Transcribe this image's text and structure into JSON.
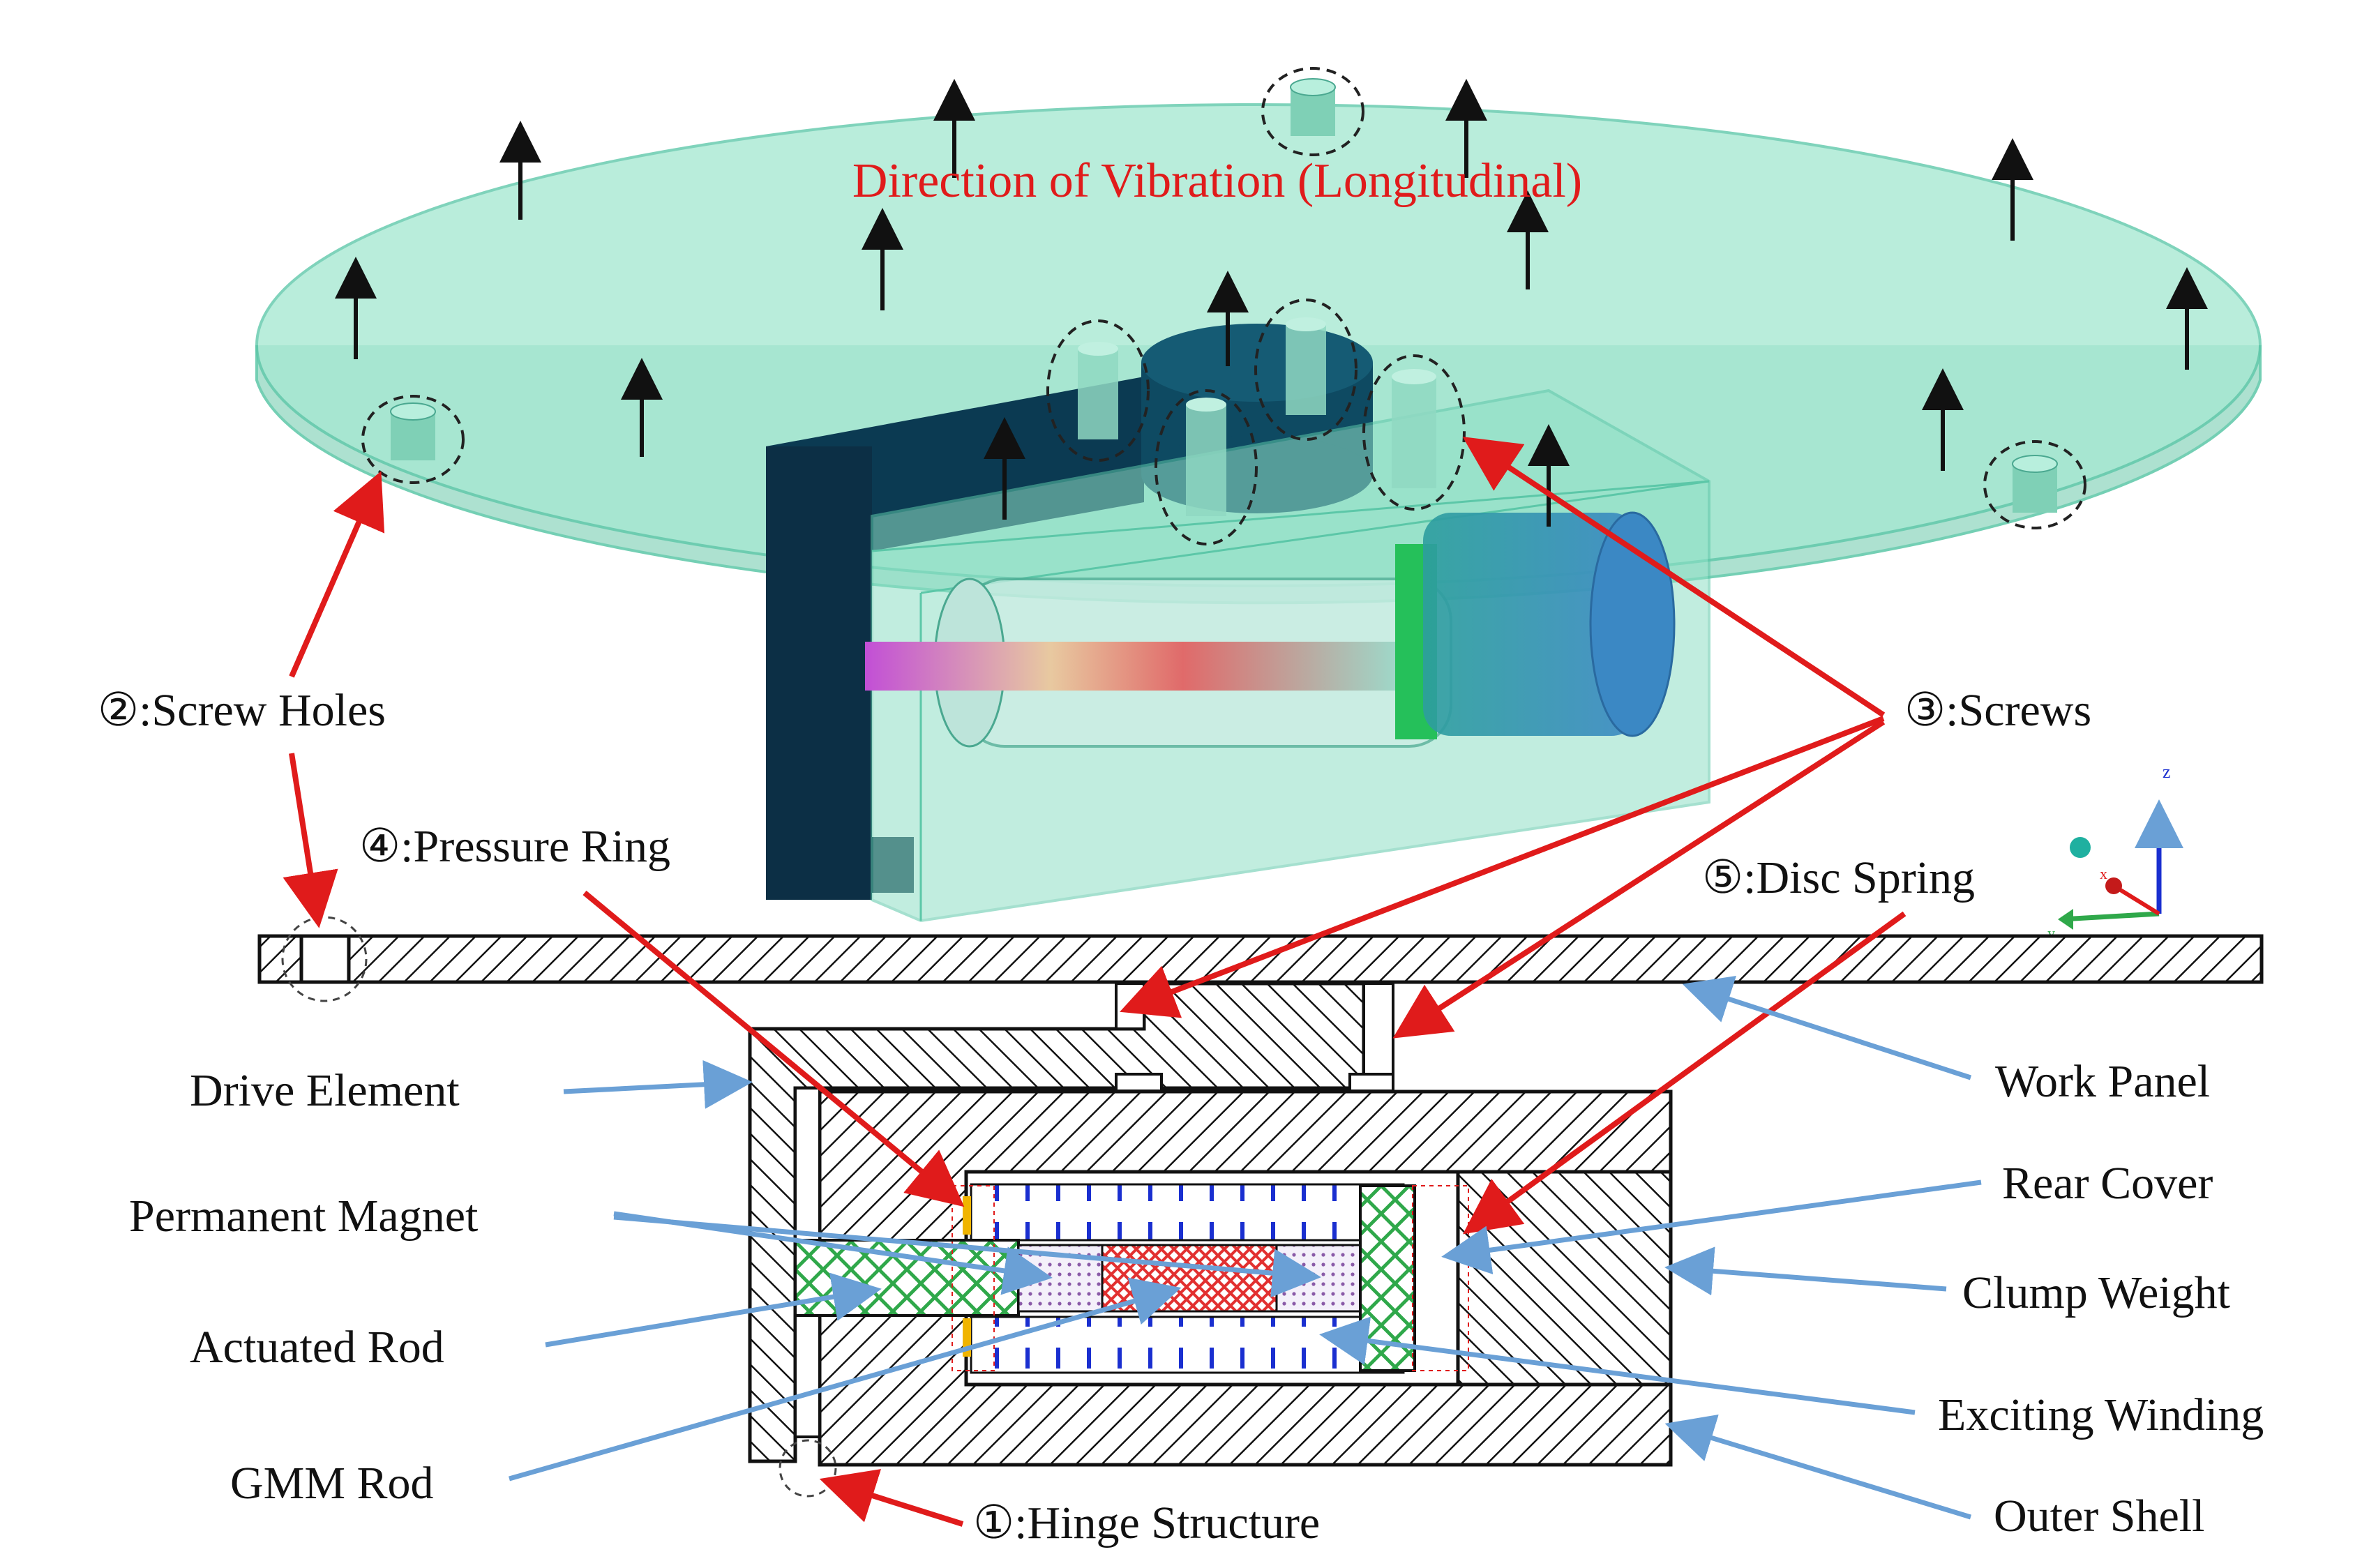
{
  "diagram": {
    "vibration_label": "Direction of Vibration (Longitudinal)",
    "numbered_labels": {
      "screw_holes": "②:Screw Holes",
      "screws": "③:Screws",
      "pressure_ring": "④:Pressure Ring",
      "disc_spring": "⑤:Disc Spring",
      "hinge_structure": "①:Hinge Structure"
    },
    "left_labels": {
      "drive_element": "Drive Element",
      "permanent_magnet": "Permanent Magnet",
      "actuated_rod": "Actuated Rod",
      "gmm_rod": "GMM Rod"
    },
    "right_labels": {
      "work_panel": "Work Panel",
      "rear_cover": "Rear Cover",
      "clump_weight": "Clump Weight",
      "exciting_winding": "Exciting Winding",
      "outer_shell": "Outer Shell"
    },
    "axis_labels": {
      "z": "z",
      "x": "x",
      "y": "y"
    },
    "colors": {
      "panel_fill": "#8fe0c6",
      "panel_stroke": "#5cc7a8",
      "drive_element": "#0b3a52",
      "red_arrow": "#e01b1b",
      "blue_leader": "#6aa0d6",
      "vibration_text": "#e01b1b",
      "winding": "#1a2fd0",
      "actuated_rod_mesh": "#2fa84a",
      "gmm_mesh": "#e23030",
      "pressure_ring": "#f0b400"
    }
  }
}
